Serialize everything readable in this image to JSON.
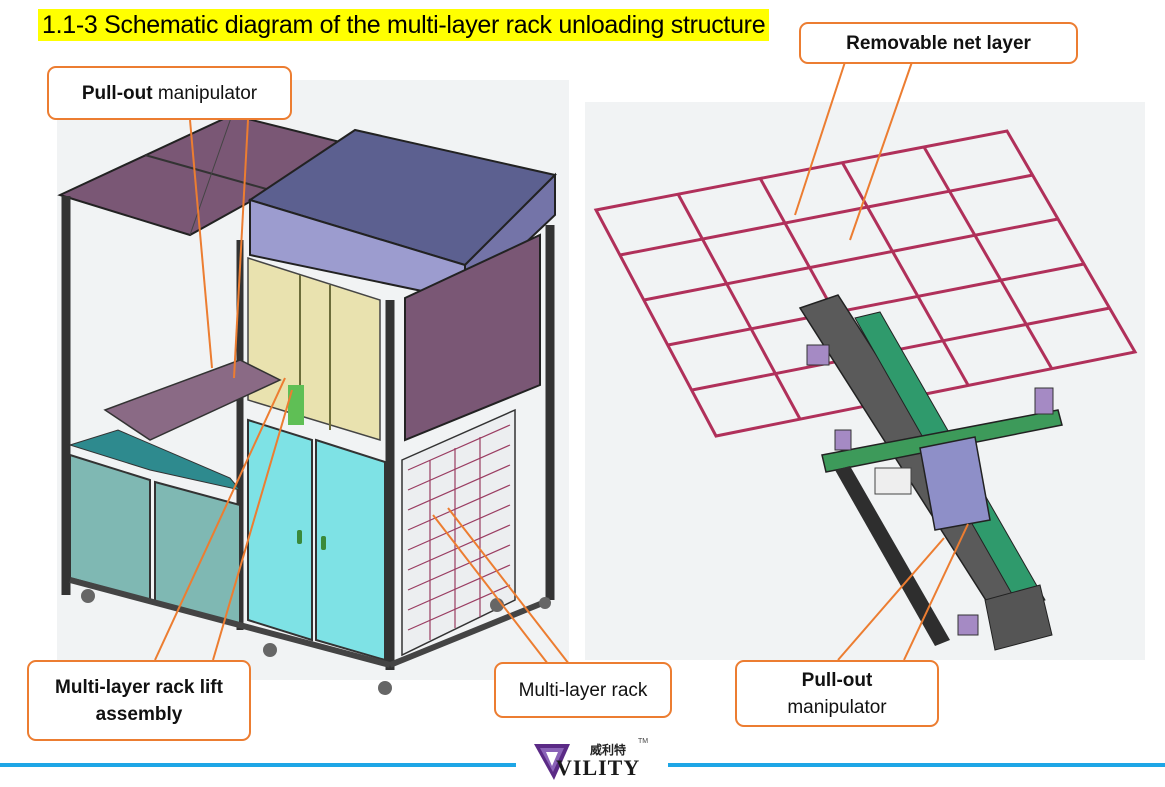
{
  "title": "1.1-3 Schematic diagram of the multi-layer rack unloading structure",
  "callouts": {
    "pull_out_left": {
      "bold": "Pull-out",
      "rest": " manipulator"
    },
    "lift_assembly": {
      "line1": "Multi-layer rack lift",
      "line2": "assembly"
    },
    "rack": {
      "text": "Multi-layer rack"
    },
    "net_layer": {
      "text": "Removable net layer"
    },
    "pull_out_right": {
      "line1": "Pull-out",
      "line2": "manipulator"
    }
  },
  "logo": {
    "cn": "威利特",
    "en": "VILITY",
    "tm": "TM"
  },
  "colors": {
    "callout_border": "#ec7d31",
    "leader": "#ec7d31",
    "title_highlight": "#ffff00",
    "footer_line": "#1ea6e6",
    "net_frame": "#b0305a"
  }
}
